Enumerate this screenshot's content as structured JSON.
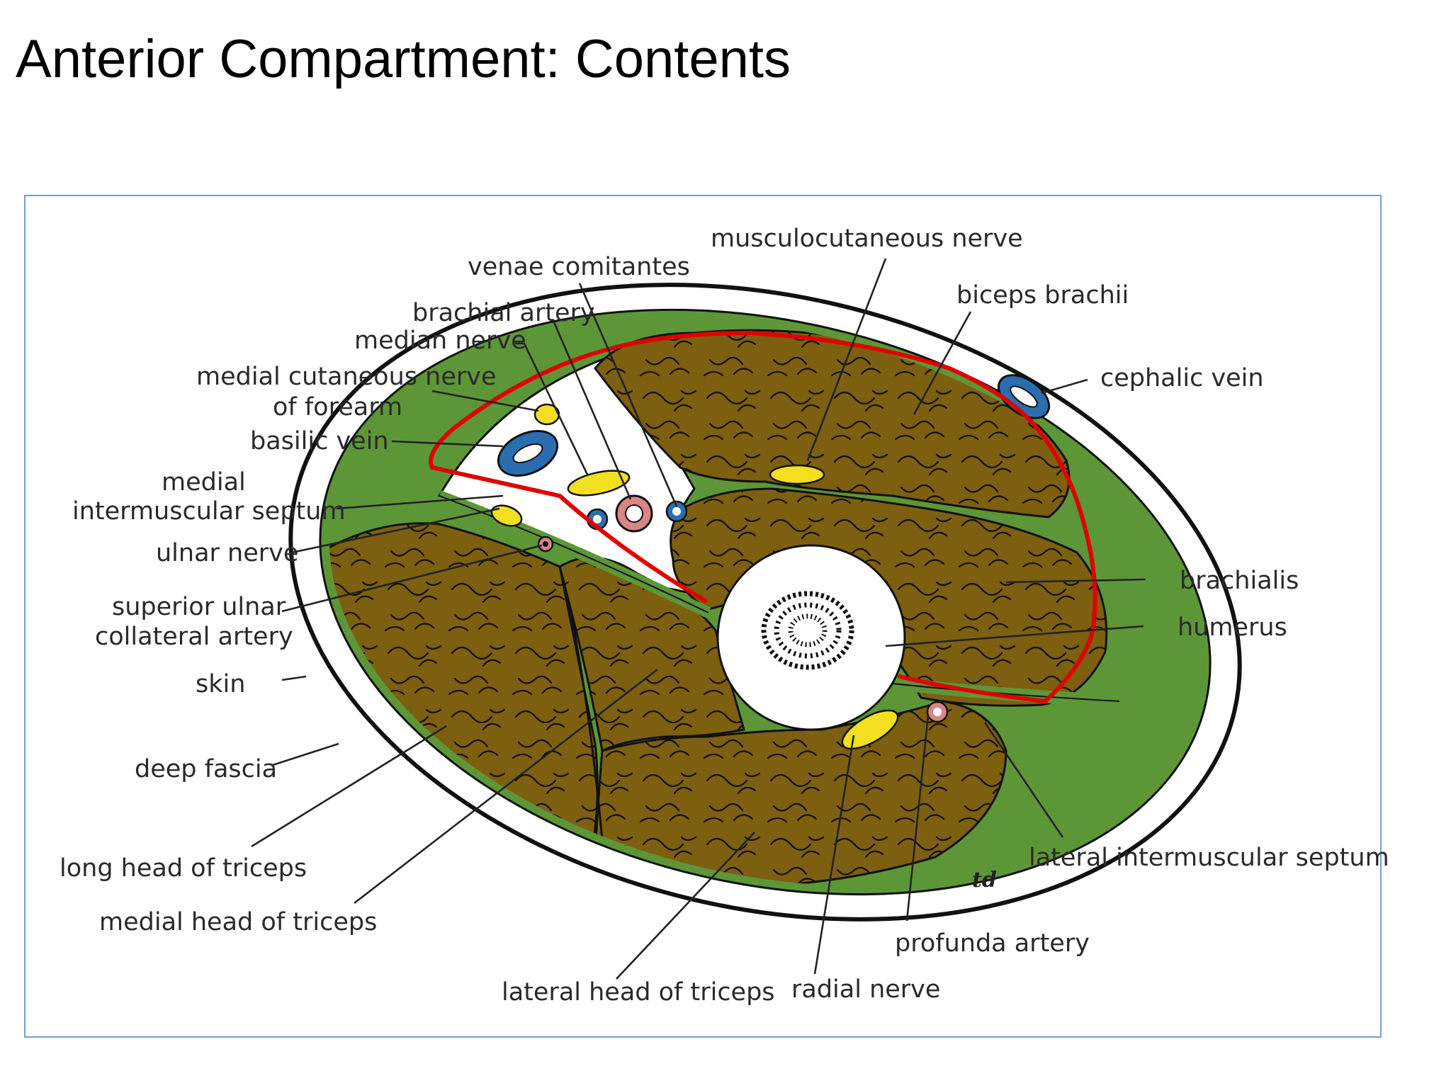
{
  "slide": {
    "title": "Anterior Compartment: Contents"
  },
  "diagram": {
    "artist_mark": "td",
    "colors": {
      "muscle": "#7d5f10",
      "fascia": "#5d9637",
      "nerve": "#f2e020",
      "vein": "#2a6eb0",
      "artery": "#d98585",
      "outline": "#e00000",
      "frame": "#6f9fd8"
    },
    "labels": {
      "musculocutaneous_nerve": "musculocutaneous nerve",
      "venae_comitantes": "venae comitantes",
      "biceps_brachii": "biceps brachii",
      "brachial_artery": "brachial artery",
      "median_nerve": "median nerve",
      "medial_cutaneous_nerve_1": "medial cutaneous nerve",
      "medial_cutaneous_nerve_2": "of forearm",
      "cephalic_vein": "cephalic vein",
      "basilic_vein": "basilic vein",
      "medial_intermuscular_septum_1": "medial",
      "medial_intermuscular_septum_2": "intermuscular septum",
      "ulnar_nerve": "ulnar nerve",
      "brachialis": "brachialis",
      "superior_ulnar_collateral_artery_1": "superior ulnar",
      "superior_ulnar_collateral_artery_2": "collateral artery",
      "humerus": "humerus",
      "skin": "skin",
      "deep_fascia": "deep fascia",
      "lateral_intermuscular_septum": "lateral intermuscular septum",
      "long_head_of_triceps": "long head of triceps",
      "medial_head_of_triceps": "medial head of triceps",
      "profunda_artery": "profunda artery",
      "lateral_head_of_triceps": "lateral head of triceps",
      "radial_nerve": "radial nerve"
    }
  }
}
